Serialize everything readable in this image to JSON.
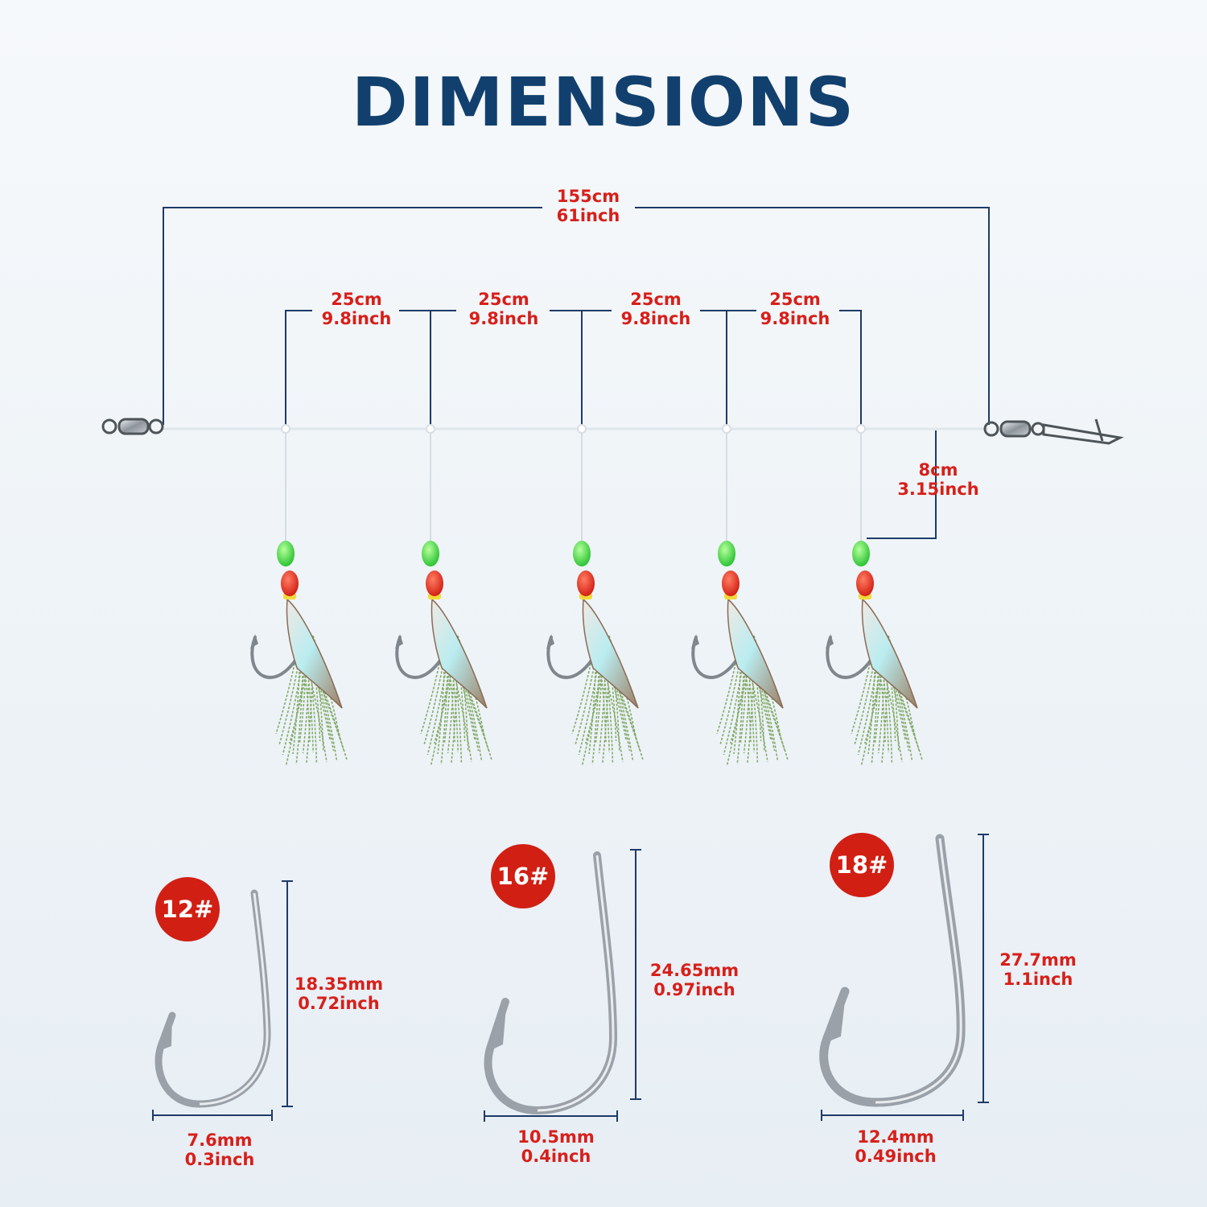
{
  "title": "DIMENSIONS",
  "colors": {
    "title": "#12406e",
    "dimension_line": "#1e3a68",
    "label": "#d81f1a",
    "badge": "#d11f14",
    "bead_green": "#3fe04a",
    "bead_red": "#e8281c",
    "steel": "#9aa1a8"
  },
  "rig": {
    "overall": {
      "cm": "155cm",
      "inch": "61inch"
    },
    "spacings": [
      {
        "cm": "25cm",
        "inch": "9.8inch"
      },
      {
        "cm": "25cm",
        "inch": "9.8inch"
      },
      {
        "cm": "25cm",
        "inch": "9.8inch"
      },
      {
        "cm": "25cm",
        "inch": "9.8inch"
      }
    ],
    "dropper": {
      "cm": "8cm",
      "inch": "3.15inch"
    },
    "lure_count": 5
  },
  "hooks": [
    {
      "size": "12#",
      "height_mm": "18.35mm",
      "height_inch": "0.72inch",
      "width_mm": "7.6mm",
      "width_inch": "0.3inch"
    },
    {
      "size": "16#",
      "height_mm": "24.65mm",
      "height_inch": "0.97inch",
      "width_mm": "10.5mm",
      "width_inch": "0.4inch"
    },
    {
      "size": "18#",
      "height_mm": "27.7mm",
      "height_inch": "1.1inch",
      "width_mm": "12.4mm",
      "width_inch": "0.49inch"
    }
  ]
}
